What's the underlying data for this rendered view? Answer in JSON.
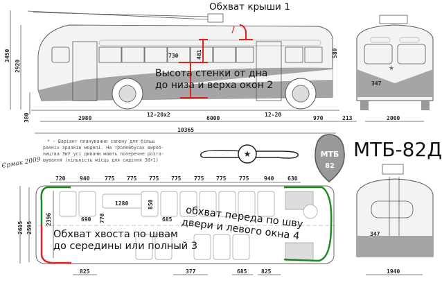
{
  "annotations": {
    "roof": "Обхват крыши 1",
    "wall_line1": "Высота стенки от дна",
    "wall_line2": "до низа и верха окон 2",
    "tail_line1": "Обхват хвоста по швам",
    "tail_line2": "до середины или полный 3",
    "front_line1": "обхват переда по шву",
    "front_line2": "двери и левого окна 4"
  },
  "title": "МТБ-82Д",
  "logo_text": [
    "МТБ",
    "82"
  ],
  "signature": "Єрмак 2009",
  "bus_number": "347",
  "note_lines": [
    "* - Варіант планування салону для більш",
    "ранніх зразків моделі. На тролейбусах вироб-",
    "ництва ЗиУ усі дивани мають поперечне розта-",
    "шування (кількість місць для сидіння 38+1)"
  ],
  "side_dims": {
    "h_total": "3450",
    "h_body": "2920",
    "h_floor": "380",
    "window_w": "730",
    "window_h": "481",
    "side_580": "580",
    "rear_overhang": "2980",
    "wheelbase": "6000",
    "front_overhang": "970",
    "bumper": "213",
    "length": "10365",
    "tyre_rear": "12-20x2",
    "tyre_front": "12-20"
  },
  "front_dims": {
    "track": "2000"
  },
  "rear_dims": {
    "track": "1940"
  },
  "plan_dims": {
    "top": [
      "720",
      "940",
      "775",
      "775",
      "775",
      "775",
      "775",
      "775",
      "775",
      "940",
      "630"
    ],
    "w_total": "2615",
    "w_body": "2595",
    "w_inner": "2396",
    "seat_1280": "1280",
    "seat_850": "850",
    "seat_690": "690",
    "seat_770": "770",
    "seat_685": "685",
    "bottom": [
      "825",
      "377",
      "685",
      "825"
    ]
  },
  "colors": {
    "red": "#e0231c",
    "green": "#1e8a22",
    "body_gray": "#a5a5a5"
  }
}
